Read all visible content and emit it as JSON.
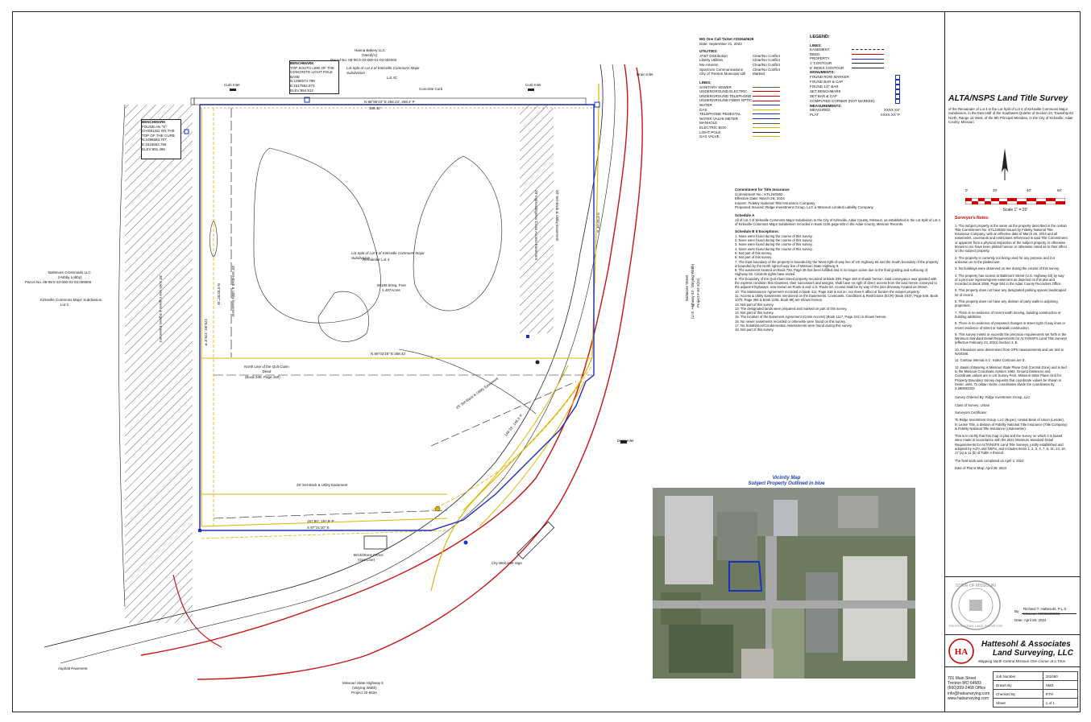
{
  "title": "ALTA/NSPS Land Title Survey",
  "description": "of the Remainder of Lot 4 in the Lot Split of Lot 4 of Kirksville Commons Major Subdivision, in the East Half of the Southwest Quarter of Section 33, Township 63 North, Range 15 West, of the 5th Principal Meridian, in the City of Kirksville, Adair County, Missouri",
  "scale": {
    "label": "Scale 1\" = 20'",
    "ticks": [
      "0'",
      "20'",
      "40'",
      "60'"
    ]
  },
  "firm": {
    "name_line1": "Hattesohl & Associates",
    "name_line2": "Land Surveying, LLC",
    "tagline": "Mapping North Central Missouri One Corner at a Time",
    "logo_letters": "HA",
    "address": [
      "701 Main Street",
      "Trenton MO 64683",
      "(660)359-2468 Office",
      "info@hatsurveying.com",
      "www.hatsurveying.com"
    ]
  },
  "seal": {
    "outer_text": "STATE OF MISSOURI",
    "inner_text": "PROFESSIONAL LAND SURVEYOR"
  },
  "signature": {
    "by_label": "By:",
    "name": "Richard T. Hattesohl, P.L.S.",
    "license": "Missouri #2005000050",
    "date": "Date: April 29, 2024"
  },
  "job_table": [
    [
      "Job Number",
      "202460"
    ],
    [
      "Drawn By",
      "SMS"
    ],
    [
      "Checked By",
      "RTH"
    ],
    [
      "Sheet",
      "1 of 1"
    ]
  ],
  "one_call": [
    "MO One Call Ticket #232640629",
    "Date: September 21, 2023"
  ],
  "utilities": [
    [
      "AT&T Distribution",
      "Clear/No Conflict"
    ],
    [
      "Liberty Utilities",
      "Clear/No Conflict"
    ],
    [
      "Mo-Ameren",
      "Clear/No Conflict"
    ],
    [
      "Spectrum Communications",
      "Clear/No Conflict"
    ],
    [
      "City of Trenton Municipal Util",
      "Marked"
    ]
  ],
  "utilities_label": "UTILITIES:",
  "lines_legend_label": "LINES:",
  "lines_legend": [
    "SANITARY SEWER",
    "UNDERGROUND ELECTRIC",
    "UNDERGROUND TELEPHONE",
    "UNDERGROUND FIBER OPTIC",
    "WATER",
    "GAS",
    "TELEPHONE PEDESTAL",
    "WATER VALVE METER",
    "MANHOLE",
    "ELECTRIC BOX",
    "LIGHT POLE",
    "GAS VALVE"
  ],
  "legend": {
    "title": "LEGEND:",
    "lines_label": "LINES:",
    "lines": [
      "EASEMENT",
      "DEED",
      "PROPERTY",
      "1' CONTOUR",
      "5' INDEX CONTOUR"
    ],
    "monuments_label": "MONUMENTS:",
    "monuments": [
      "FOUND ROW MARKER",
      "FOUND BAR & CAP",
      "FOUND 1/2\" BAR",
      "SET BENCHMARK",
      "SET BAR & CAP",
      "COMPUTED CORNER (NOT MARKED)"
    ],
    "measurements_label": "MEASUREMENTS:",
    "measurements": [
      [
        "MEASURED",
        "XXXX.XX'"
      ],
      [
        "PLAT",
        "XXXX.XX' P"
      ]
    ]
  },
  "commitment": {
    "title": "Commitment for Title Insurance",
    "lines": [
      "Commitment No.: KTL240392",
      "Effective Date: March 26, 2024",
      "Insurer: Fidelity National Title Insurance Company",
      "Proposed Insured: Ridge Investment Group, LLC a Missouri Limited Liability Company"
    ],
    "schedule_a_label": "Schedule A",
    "schedule_a": "All of Lot 4 of Kirksville Commons Major Subdivision to the City of Kirksville, Adair County, Missouri, as established in the Lot Split of Lot 4 of Kirksville Commons Major Subdivision recorded in Book 1106 page 602 in the Adair County, Missouri Records.",
    "schedule_b_label": "Schedule B II Exceptions:",
    "exceptions": [
      "1. None were found during the course of this survey.",
      "2. None were found during the course of this survey.",
      "3. None were found during the course of this survey.",
      "4. None were found during the course of this survey.",
      "5. Not part of this survey.",
      "6. Not part of this survey.",
      "7. The East boundary of the property is bounded by the West right-of-way line of US Highway 63 and the South boundary of the property is bounded by the North right-of-way line of Missouri State Highway 6.",
      "8. The easement located on Book 725, Page 38 has been fulfilled and is no longer active due to the final grading and surfacing of Highway 63. Controls rights have ended.",
      "9. The boundary of the Quit Claim Deed property recorded at Book 339, Page 160 is shown hereon. Said conveyance was granted with the express condition that Grantees, their successors and assigns, shall have no right of direct access from the land herein conveyed to the adjacent highways, now known as Route 6 and U.S. Route 63. Access shall be by way of the joint driveway located as shown.",
      "10. The Maintenance Agreement recorded in Book 411, Page 318 is not on, nor does it affect or burden the subject property.",
      "11. Access & Utility Easements mentioned on the Easements, Covenants, Conditions & Restrictions (ECR) (Book 1037, Page 649, Book 1070, Page 355 & Book 1105, Book 99) are shown hereon.",
      "12. Not part of this survey.",
      "13. The designated lands were prepared and marked on part of this survey.",
      "14. Not part of this survey.",
      "15. The location of the Easement Agreement (Cross Access) (Book 1117, Page 241) is shown hereon.",
      "16. No newer easements recorded or otherwise were found on this survey.",
      "17. No Subdivision/Condemnation Assessments were found during this survey.",
      "18. Not part of this survey."
    ]
  },
  "notes_title": "Surveyor's Notes:",
  "notes": [
    "1. The subject property is the same as the property described in the certain Title Commitment No. KTL240392 issued by Fidelity National Title Insurance Company, with an effective date of March 26, 2024 and all easements, covenants and restrictions referenced in said Title Commitment or apparent from a physical inspection of the subject property or otherwise known to me have been plotted hereon or otherwise noted as to their effect on the subject property.",
    "2. The property is currently not being used for any purpose and it is unknown as to the platted use.",
    "3. No buildings were observed on site during the course of this survey.",
    "4. The property has access to Baltimore Street (U.S. Highway 63) by way of a joint use ingress/egress easement as depicted on this plat and recorded in Book 1069, Page 504 in the Adair County Recorders Office.",
    "5. This property does not have any designated parking spaces landscaped lot of record.",
    "6. This property does not have any division of party walls to adjoining properties.",
    "7. There is no evidence of recent earth moving, building construction or building additions.",
    "8. There is no evidence of proposed changes in street right of way lines or recent evidence of street or sidewalk construction.",
    "9. This survey meets or exceeds the precision requirements set forth in the Minimum Standard Detail Requirements for ALTA/NSPS Land Title Surveys (effective February 23, 2021) Section 3. E.",
    "10. Elevations were determined from GPS measurements and are tied to NAVD88.",
    "11. Contour interval is 1'. Index Contours are 5'.",
    "12. Basis of Bearing is Missouri State Plane Grid (Central Zone) and is tied to the Missouri Coordinate System 1983. Ground Distances and Coordinate values are in US Survey Feet. Missouri State Plane Grid for Property Boundary Survey requests that coordinate values be shown in metric units. To obtain metric coordinates divide the coordinates by 3.280833333."
  ],
  "ordered_by": "Survey Ordered By: Ridge Investment Group, LLC",
  "class": "Class of Survey: Urban",
  "cert_label": "Surveyors Certificate:",
  "cert_to": "To Ridge Investment Group, LLC (Buyer), United Bank of Union (Lender), In Lease Title, a division of Fidelity National Title Insurance (Title Company) & Fidelity National Title Insurance (Underwriter).",
  "cert_body": "This is to certify that this map or plat and the survey on which it is based were made in accordance with the 2021 Minimum Standard Detail Requirements for ALTA/NSPS Land Title Surveys, jointly established and adopted by ALTA and NSPS, and includes Items 1, 2, 3, 4, 7, 8, 11, 13, 16, 17 (a) & 11 (b) of Table A thereof.",
  "field_date": "The field work was completed on April 4, 2024",
  "plat_date": "Date of Plat or Map: April 29, 2024",
  "vicinity": {
    "title": "Vicinity Map",
    "subtitle": "Subject Property Outlined in blue"
  },
  "map_labels": {
    "hatchery_owner": "Hanna Bakery LLC",
    "hatchery_owner2": "(Needy's)",
    "hatchery_parcel": "Parcel No. 08-08.0-33-000-01-03.004000",
    "north_sub": "Lot Split of Lot 4 of Kirksville Commons Major Subdivision",
    "north_lot": "Lot 4C",
    "benchmark1": "BENCHMARK",
    "benchmark1_desc": "TOP SOUTH LINE OF THE CONCRETE LIGHT POLE BASE",
    "benchmark1_n": "N:1086574.798",
    "benchmark1_e": "E:1617582.873",
    "benchmark1_elev": "ELEV:894.912",
    "benchmark2": "BENCHMARK",
    "benchmark2_desc": "FOUND AN \"X\" CHISELED ON THE TOP OF THE CURB",
    "benchmark2_n": "N:1086583.707",
    "benchmark2_e": "E:1616662.756",
    "benchmark2_elev": "ELEV:891.496",
    "west_owner": "Baltimore Crossroads LLC",
    "west_owner2": "(Hobby Lobby)",
    "west_parcel": "Parcel No. 08-08.0-33-000-01-03.009000",
    "west_sub": "Kirksville Commons Major Subdivision",
    "west_lot": "Lot 2",
    "center_sub": "Lot Split of Lot 4 of Kirksville Commons Major Subdivision",
    "center_lot": "Remainder Lot 4",
    "area": "65195.60Sq. Feet",
    "acres": "1.497Acres",
    "curb_inlet1": "Curb Inlet",
    "curb_inlet2": "Curb Inlet",
    "concrete_curb": "Concrete Curb",
    "drain_inlet": "Drain Inlet",
    "drain_inlet2": "Drain Inlet",
    "north_bearing": "N 88°56'23\" E 258.43', 258.4' P",
    "dist_north": "189.42'",
    "quitclaim": "North Line of the Quit Claim Deed",
    "quitclaim_ref": "(Book 339, Page 160)",
    "mid_bearing": "N 89°02'25\" E 258.42",
    "setback_w": "20' Set-Back & Utility Easement",
    "setback_mid": "25' Set-Back & Utility Easement",
    "setback_s": "25' Set-Back & Utility Easement",
    "setback_diag": "25' Set-Back & Utility Easement",
    "ingress": "30' Joint Use Ingress & Egress Easement",
    "cross_access": "20' Ingress/Egress Cross Access Easement",
    "setback_e": "20' Set-Back & Utility Easement",
    "south_bearing": "S 87°21'10\" E",
    "south_dist": "157.80', 157.8' P",
    "brick_fence": "Brick/Stone Fence",
    "gas_line": "(Gas Line)",
    "welcome_sign": "City Welcome Sign",
    "highway6": "Missouri State Highway 6",
    "highway6b": "(Varying Width)",
    "highway6c": "Project 32-663A",
    "highway63": "Baltimore Street",
    "highway63b": "(U.S. Highway 63 - Varying Width)",
    "highway63c": "Project F-63-3(32)",
    "asphalt": "Asphalt Pavement",
    "west_bearing": "N 0°02'02\" W",
    "west_dist": "278.30', 278.3' P",
    "east_dist": "S 0°02'24\" E",
    "diag_dist": "149.33', 149.3' P"
  },
  "colors": {
    "property": "#1a2fc4",
    "easement": "#e0b400",
    "red_road": "#c81414",
    "hatch": "#222222"
  }
}
